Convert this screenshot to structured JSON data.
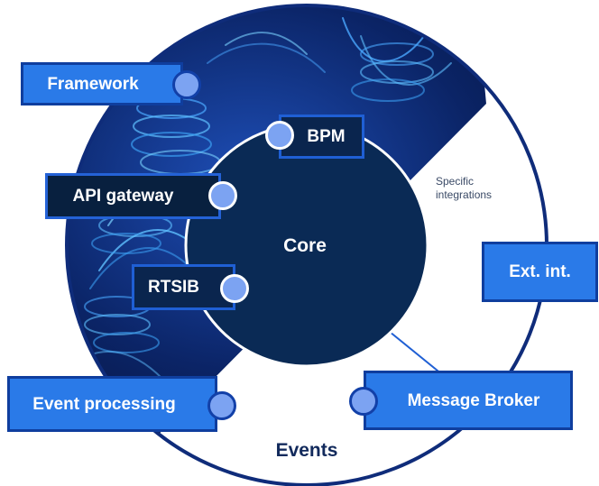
{
  "diagram": {
    "core_label": "Core",
    "events_label": "Events",
    "specific_integrations_label": "Specific integrations",
    "boxes": {
      "framework": "Framework",
      "bpm": "BPM",
      "api_gateway": "API gateway",
      "rtsib": "RTSIB",
      "ext_int": "Ext. int.",
      "event_processing": "Event processing",
      "message_broker": "Message Broker"
    }
  },
  "colors": {
    "label_blue": "#2a7ae8",
    "label_blue_border": "#0f3e9e",
    "navy_fill": "#0a254e",
    "core_fill": "#0a2a55",
    "ring_stroke": "#0f2c7a",
    "dot_fill": "#7ca3f2",
    "events_text": "#122a5c"
  },
  "background_image": "blue light-painting spirals (rotating abstract photo)"
}
